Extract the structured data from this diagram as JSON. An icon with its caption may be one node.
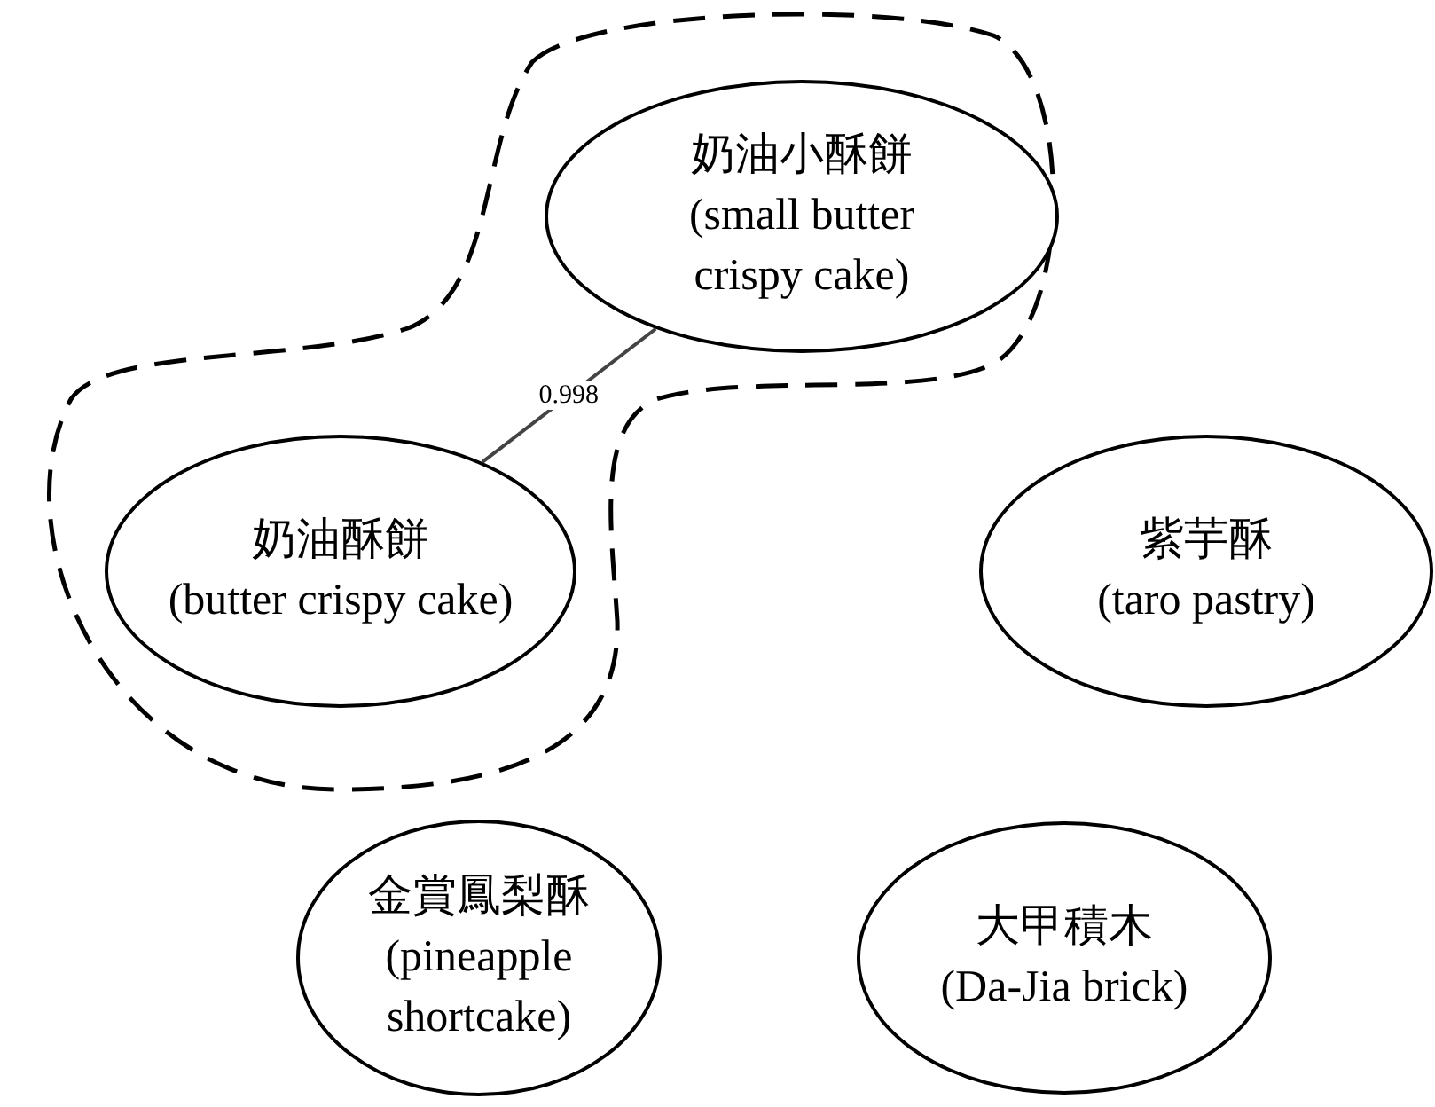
{
  "diagram": {
    "nodes": [
      {
        "text": [],
        "shape": "cloud"
      },
      {
        "text": [
          "奶油小酥餅",
          "(small butter crispy cake)"
        ],
        "in": 0
      },
      {
        "text": [
          "奶油酥餅",
          "(butter crispy cake)"
        ],
        "in": 0
      },
      {
        "text": [
          "紫芋酥",
          "(taro pastry)"
        ]
      },
      {
        "text": [
          "金賞鳳梨酥",
          "(pineapple shortcake)"
        ]
      },
      {
        "text": [
          "大甲積木",
          "(Da-Jia brick)"
        ]
      }
    ],
    "edges": [
      {
        "from": 2,
        "to": 1,
        "arrow": "none",
        "label": "0.998",
        "color": "#444444"
      }
    ]
  }
}
